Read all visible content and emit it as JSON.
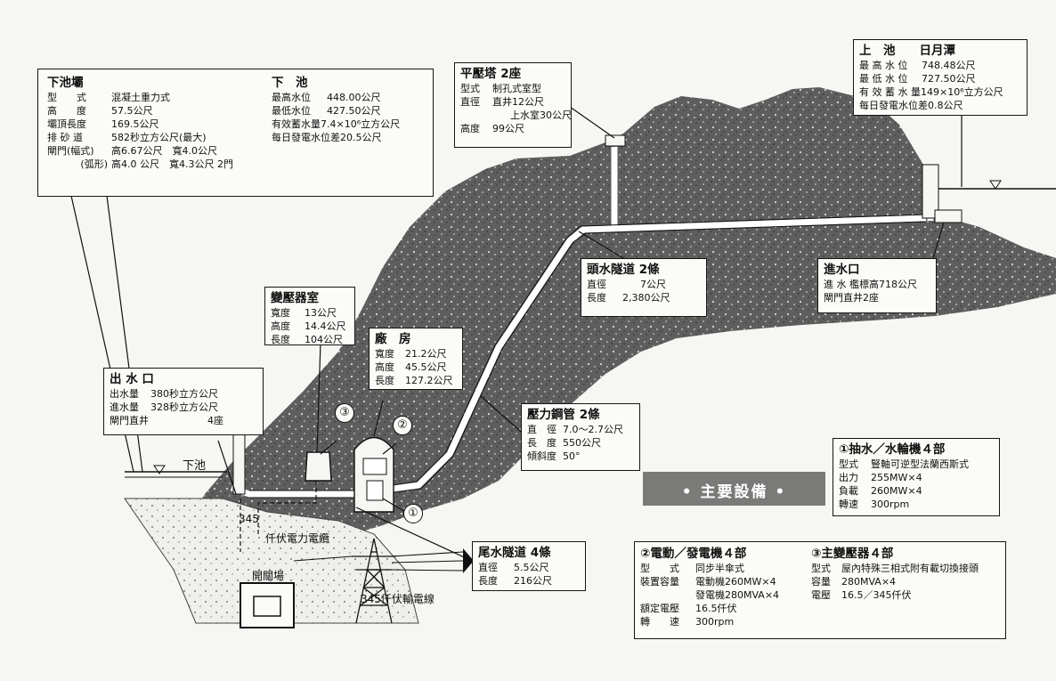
{
  "lower_dam": {
    "title": "下池壩",
    "rows": [
      [
        "型　　式",
        "混凝土重力式"
      ],
      [
        "高　　度",
        "57.5公尺"
      ],
      [
        "壩頂長度",
        "169.5公尺"
      ],
      [
        "排 砂 道",
        "582秒立方公尺(最大)"
      ],
      [
        "閘門(幅式)",
        "高6.67公尺　寬4.0公尺"
      ],
      [
        "(弧形)",
        "高4.0 公尺　寬4.3公尺 2門"
      ]
    ]
  },
  "lower_pond": {
    "title": "下　池",
    "rows": [
      [
        "最高水位",
        "448.00公尺"
      ],
      [
        "最低水位",
        "427.50公尺"
      ],
      [
        "有效蓄水量",
        "7.4×10⁶立方公尺"
      ],
      [
        "每日發電水位差",
        "20.5公尺"
      ]
    ]
  },
  "surge_tank": {
    "title": "平壓塔 2座",
    "rows": [
      [
        "型式",
        "制孔式室型"
      ],
      [
        "直徑",
        "直井12公尺"
      ],
      [
        "",
        "上水室30公尺"
      ],
      [
        "高度",
        "99公尺"
      ]
    ]
  },
  "upper_pond": {
    "title": "上　池　　日月潭",
    "rows": [
      [
        "最 高 水 位",
        "748.48公尺"
      ],
      [
        "最 低 水 位",
        "727.50公尺"
      ],
      [
        "有 效 蓄 水 量",
        "149×10⁶立方公尺"
      ],
      [
        "每日發電水位差",
        "0.8公尺"
      ]
    ]
  },
  "headrace": {
    "title": "頭水隧道 2條",
    "rows": [
      [
        "直徑",
        "7公尺"
      ],
      [
        "長度",
        "2,380公尺"
      ]
    ]
  },
  "intake": {
    "title": "進水口",
    "rows": [
      [
        "進 水 檻標高",
        "718公尺"
      ],
      [
        "閘門直井",
        "2座"
      ]
    ]
  },
  "transformer_room": {
    "title": "變壓器室",
    "rows": [
      [
        "寬度",
        "13公尺"
      ],
      [
        "高度",
        "14.4公尺"
      ],
      [
        "長度",
        "104公尺"
      ]
    ]
  },
  "powerhouse": {
    "title": "廠　房",
    "rows": [
      [
        "寬度",
        "21.2公尺"
      ],
      [
        "高度",
        "45.5公尺"
      ],
      [
        "長度",
        "127.2公尺"
      ]
    ]
  },
  "outlet": {
    "title": "出 水 口",
    "rows": [
      [
        "出水量",
        "380秒立方公尺"
      ],
      [
        "進水量",
        "328秒立方公尺"
      ],
      [
        "閘門直井",
        "4座"
      ]
    ]
  },
  "penstock": {
    "title": "壓力鋼管 2條",
    "rows": [
      [
        "直　徑",
        "7.0～2.7公尺"
      ],
      [
        "長　度",
        "550公尺"
      ],
      [
        "傾斜度",
        "50°"
      ]
    ]
  },
  "tailrace": {
    "title": "尾水隧道 4條",
    "rows": [
      [
        "直徑",
        "5.5公尺"
      ],
      [
        "長度",
        "216公尺"
      ]
    ]
  },
  "main_equipment_label": "• 主要設備 •",
  "pump_turbine": {
    "title": "①抽水／水輪機４部",
    "rows": [
      [
        "型式",
        "豎軸可逆型法蘭西斯式"
      ],
      [
        "出力",
        "255MW×4"
      ],
      [
        "負載",
        "260MW×4"
      ],
      [
        "轉速",
        "300rpm"
      ]
    ]
  },
  "motor_generator": {
    "title": "②電動／發電機４部",
    "rows": [
      [
        "型　　式",
        "同步半傘式"
      ],
      [
        "裝置容量",
        "電動機260MW×4"
      ],
      [
        "",
        "發電機280MVA×4"
      ],
      [
        "額定電壓",
        "16.5仟伏"
      ],
      [
        "轉　　速",
        "300rpm"
      ]
    ]
  },
  "main_transformer": {
    "title": "③主變壓器４部",
    "rows": [
      [
        "型式",
        "屋內特殊三相式附有載切換接頭"
      ],
      [
        "容量",
        "280MVA×4"
      ],
      [
        "電壓",
        "16.5／345仟伏"
      ]
    ]
  },
  "labels": {
    "lower_pond_short": "下池",
    "kv345": "345",
    "cable": "仟伏電力電纜",
    "switchyard": "開關場",
    "line": "345仟伏輸電線",
    "n1": "①",
    "n2": "②",
    "n3": "③"
  }
}
